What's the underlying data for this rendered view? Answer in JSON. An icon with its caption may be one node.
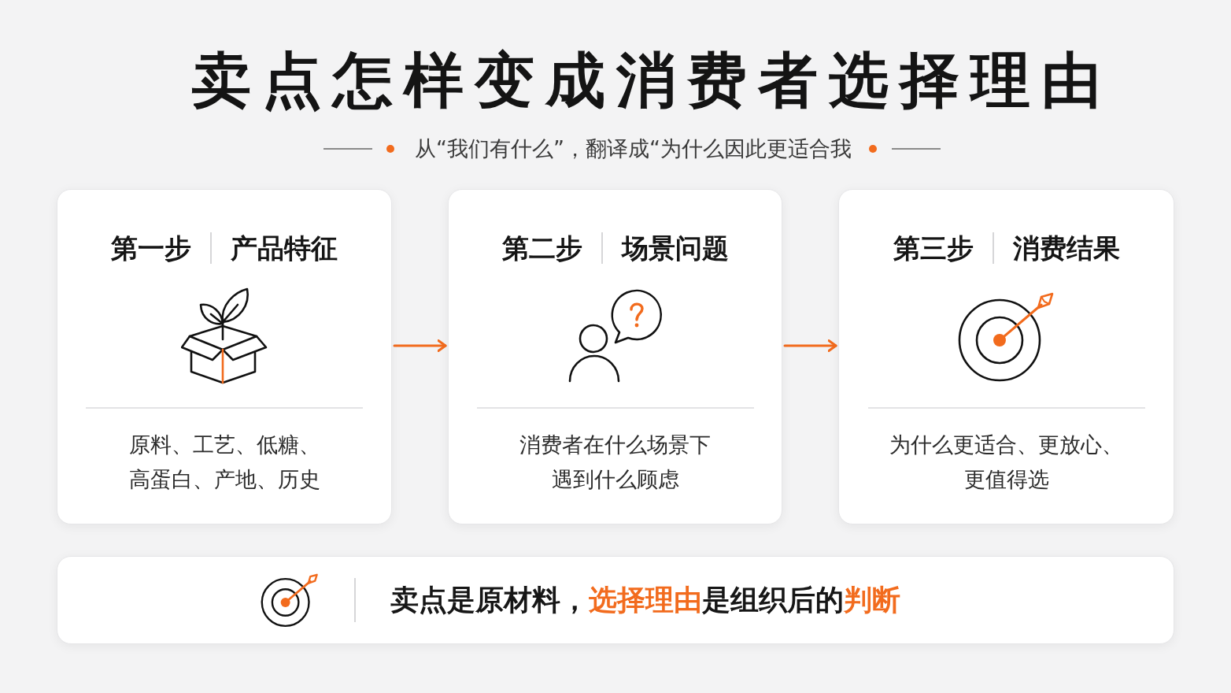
{
  "diagram": {
    "title": "卖点怎样变成消费者选择理由",
    "nodes": [
      {
        "text": [
          "第一步",
          "产品特征",
          "原料、工艺、低糖、高蛋白、产地、历史"
        ]
      },
      {
        "text": [
          "第二步",
          "场景问题",
          "消费者在什么场景下遇到什么顾虑"
        ]
      },
      {
        "text": [
          "第三步",
          "消费结果",
          "为什么更适合、更放心、更值得选"
        ]
      },
      {
        "text": [
          "卖点是原材料，**选择理由**是组织后的**判断**"
        ]
      }
    ],
    "edges": [
      {
        "from": 0,
        "to": 1,
        "arrow": "to"
      },
      {
        "from": 1,
        "to": 2,
        "arrow": "to"
      }
    ],
    "labels": [
      "从“我们有什么”，翻译成“为什么因此更适合我"
    ]
  }
}
